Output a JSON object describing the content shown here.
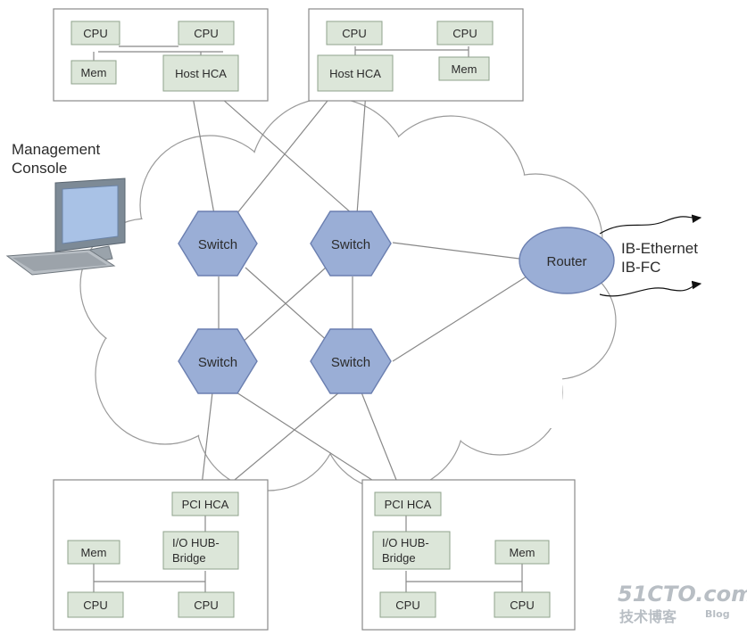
{
  "colors": {
    "module_fill": "#dce6d9",
    "module_stroke": "#8fa38c",
    "hex_fill": "#9aaed6",
    "hex_stroke": "#6b7fb0",
    "line": "#888888",
    "node_box_stroke": "#8a8a8a",
    "watermark": "#b8bec4"
  },
  "host_left": {
    "cpu_a": "CPU",
    "cpu_b": "CPU",
    "mem": "Mem",
    "hca": "Host HCA"
  },
  "host_right": {
    "cpu_a": "CPU",
    "cpu_b": "CPU",
    "mem": "Mem",
    "hca": "Host HCA"
  },
  "switches": {
    "top_left": "Switch",
    "top_right": "Switch",
    "bottom_left": "Switch",
    "bottom_right": "Switch"
  },
  "router": "Router",
  "management_console": [
    "Management",
    "Console"
  ],
  "external_links": [
    "IB-Ethernet",
    "IB-FC"
  ],
  "target_left": {
    "hca": "PCI HCA",
    "bridge": [
      "I/O HUB-",
      "Bridge"
    ],
    "mem": "Mem",
    "cpu_a": "CPU",
    "cpu_b": "CPU"
  },
  "target_right": {
    "hca": "PCI HCA",
    "bridge": [
      "I/O HUB-",
      "Bridge"
    ],
    "mem": "Mem",
    "cpu_a": "CPU",
    "cpu_b": "CPU"
  },
  "watermark": {
    "site": "51CTO.com",
    "tagline": "技术博客",
    "blog": "Blog"
  }
}
